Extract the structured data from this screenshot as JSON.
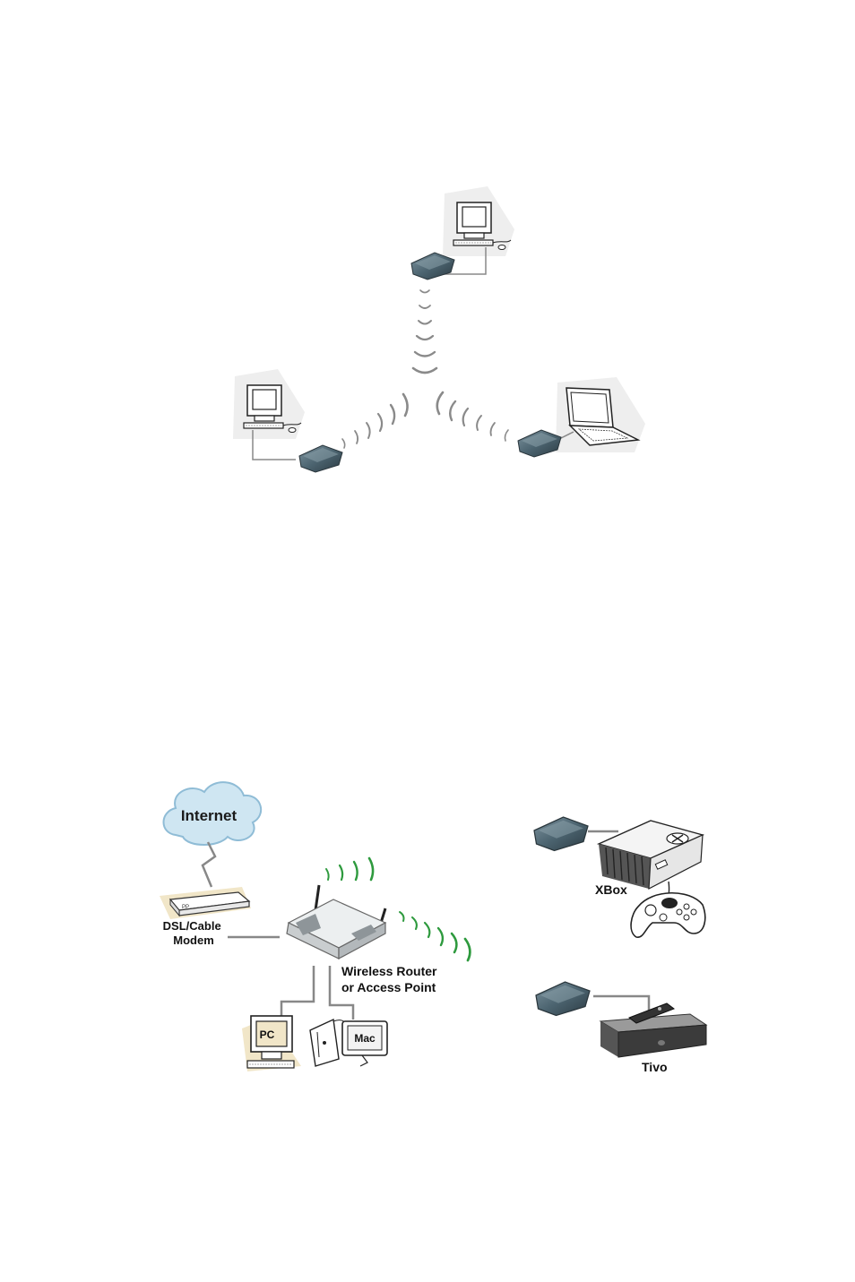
{
  "diagram_top": {
    "nodes": [
      "desktop-computer",
      "desktop-computer",
      "laptop-computer"
    ],
    "device": "wireless-adapter"
  },
  "diagram_bottom": {
    "internet": "Internet",
    "modem": "DSL/Cable\nModem",
    "router": "Wireless Router\nor Access Point",
    "pc": "PC",
    "mac": "Mac",
    "xbox": "XBox",
    "tivo": "Tivo",
    "colors": {
      "cloud": "#cfe6f2",
      "wave_green": "#2e9a3e",
      "adapter": "#4c6470"
    }
  }
}
